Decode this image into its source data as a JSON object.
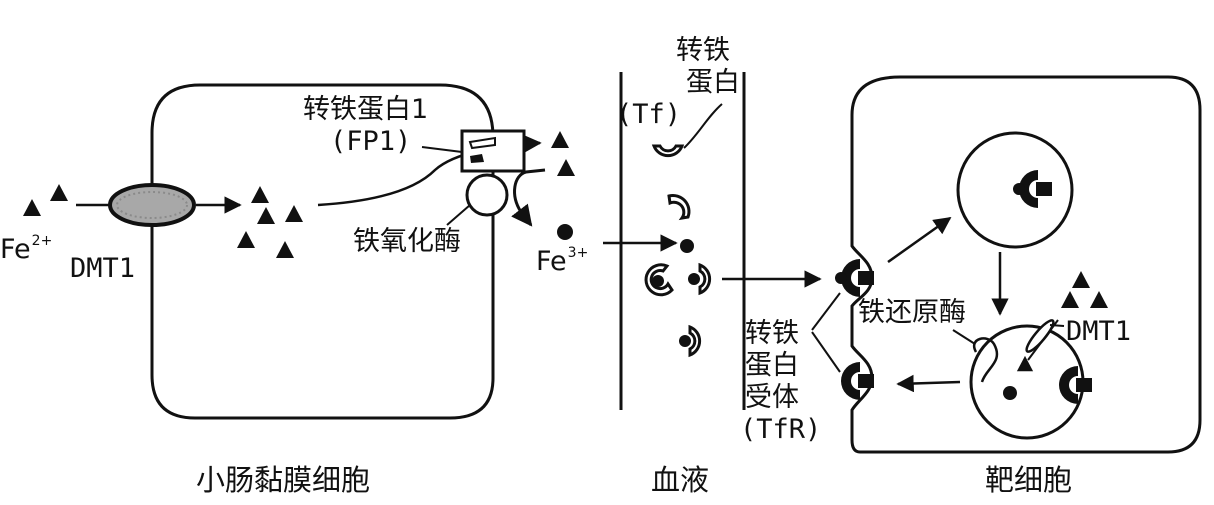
{
  "labels": {
    "fe2_base": "Fe",
    "fe2_charge": "2+",
    "dmt1_left": "DMT1",
    "fp1_name": "转铁蛋白1",
    "fp1_abbr": "(FP1)",
    "ferroxidase": "铁氧化酶",
    "fe3_base": "Fe",
    "fe3_charge": "3+",
    "tf_line1": "转铁",
    "tf_line2": "蛋白",
    "tf_abbr": "(Tf)",
    "tfr_line1": "转铁",
    "tfr_line2": "蛋白",
    "tfr_line3": "受体",
    "tfr_abbr": "(TfR)",
    "ferrireductase": "铁还原酶",
    "dmt1_right": "DMT1"
  },
  "captions": {
    "intestinal_cell": "小肠黏膜细胞",
    "blood": "血液",
    "target_cell": "靶细胞"
  },
  "colors": {
    "ink": "#111111",
    "dmt1_fill": "#a8a8a8"
  }
}
